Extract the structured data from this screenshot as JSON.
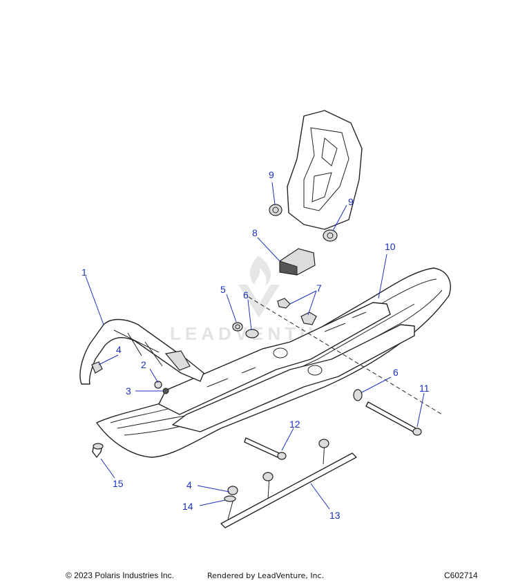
{
  "diagram": {
    "callouts": [
      {
        "id": "c1",
        "text": "1"
      },
      {
        "id": "c2",
        "text": "2"
      },
      {
        "id": "c3",
        "text": "3"
      },
      {
        "id": "c4a",
        "text": "4"
      },
      {
        "id": "c4b",
        "text": "4"
      },
      {
        "id": "c5",
        "text": "5"
      },
      {
        "id": "c6a",
        "text": "6"
      },
      {
        "id": "c6b",
        "text": "6"
      },
      {
        "id": "c7",
        "text": "7"
      },
      {
        "id": "c8",
        "text": "8"
      },
      {
        "id": "c9a",
        "text": "9"
      },
      {
        "id": "c9b",
        "text": "9"
      },
      {
        "id": "c10",
        "text": "10"
      },
      {
        "id": "c11",
        "text": "11"
      },
      {
        "id": "c12",
        "text": "12"
      },
      {
        "id": "c13",
        "text": "13"
      },
      {
        "id": "c14",
        "text": "14"
      },
      {
        "id": "c15",
        "text": "15"
      }
    ],
    "watermark_text": "LEADVENTURE",
    "callout_color": "#1a2fc0"
  },
  "footer": {
    "copyright": "© 2023 Polaris Industries Inc.",
    "rendered_by": "Rendered by LeadVenture, Inc.",
    "drawing_id": "C602714"
  }
}
